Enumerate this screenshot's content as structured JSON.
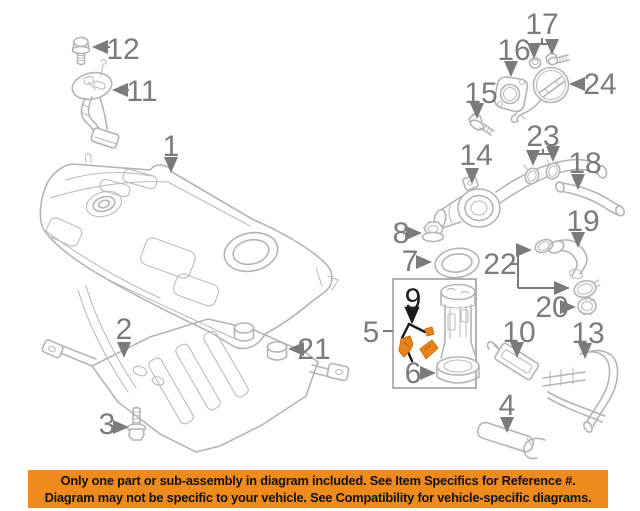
{
  "page": {
    "background": "#ffffff"
  },
  "diagram": {
    "title_hint": "fuel-system-parts-diagram",
    "highlighted_callout": "9",
    "colors": {
      "line": "#b4b4b4",
      "label": "#7b7b7b",
      "highlight": "#e8831a",
      "highlight_leader": "#1a1a1a",
      "banner_background": "#ef8a1d",
      "banner_text": "#111111"
    },
    "callouts": {
      "c1": {
        "label": "1"
      },
      "c2": {
        "label": "2"
      },
      "c3": {
        "label": "3"
      },
      "c4": {
        "label": "4"
      },
      "c5": {
        "label": "5"
      },
      "c6": {
        "label": "6"
      },
      "c7": {
        "label": "7"
      },
      "c8": {
        "label": "8"
      },
      "c9": {
        "label": "9"
      },
      "c10": {
        "label": "10"
      },
      "c11": {
        "label": "11"
      },
      "c12": {
        "label": "12"
      },
      "c13": {
        "label": "13"
      },
      "c14": {
        "label": "14"
      },
      "c15": {
        "label": "15"
      },
      "c16": {
        "label": "16"
      },
      "c17": {
        "label": "17"
      },
      "c18": {
        "label": "18"
      },
      "c19": {
        "label": "19"
      },
      "c20": {
        "label": "20"
      },
      "c21": {
        "label": "21"
      },
      "c22": {
        "label": "22"
      },
      "c23": {
        "label": "23"
      },
      "c24": {
        "label": "24"
      }
    }
  },
  "banner": {
    "line1": "Only one part or sub-assembly in diagram included. See Item Specifics for Reference #.",
    "line2": "Diagram may not be specific to your vehicle. See Compatibility for vehicle-specific diagrams."
  }
}
